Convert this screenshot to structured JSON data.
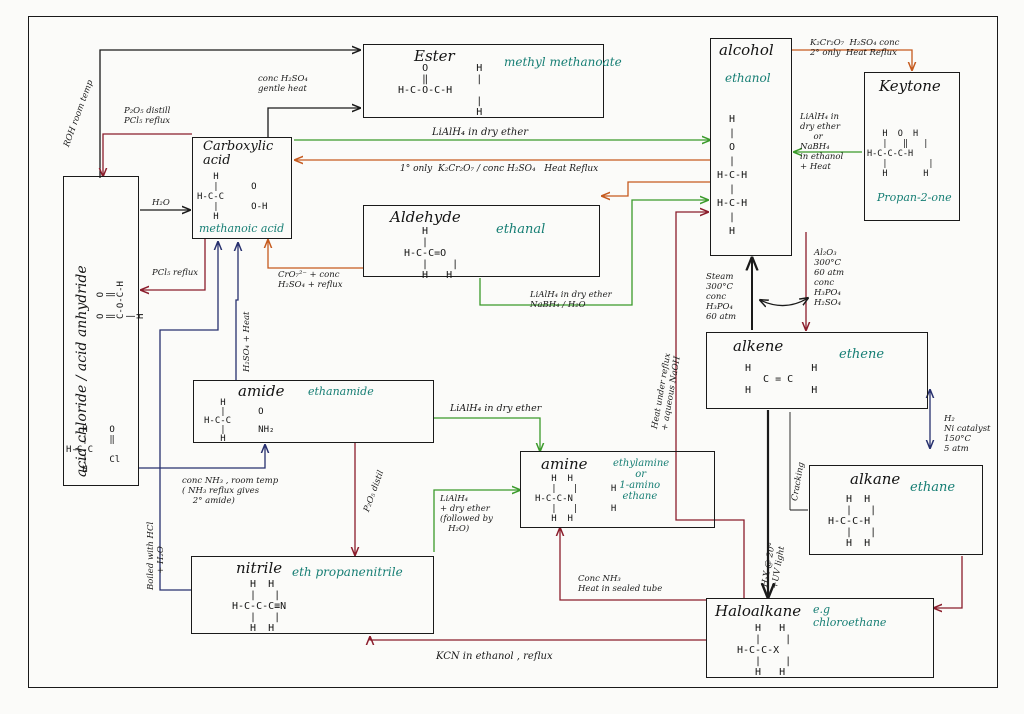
{
  "nodes": {
    "ester": {
      "title": "Ester",
      "example": "methyl methanoate",
      "structure": "    O        H\n    ‖        |\nH-C-O-C-H\n             |\n             H"
    },
    "carboxylic_acid": {
      "title": "Carboxylic\nacid",
      "example": "methanoic acid",
      "structure": "   H\n   |      O\nH-C-C\n   |      O-H\n   H"
    },
    "aldehyde": {
      "title": "Aldehyde",
      "example": "ethanal",
      "structure": "   H\n   |\nH-C-C=O\n   |    |\n   H   H"
    },
    "acid_chloride": {
      "title": "acid chloride / acid anhydride",
      "structure": "O   O\n‖   ‖\nC-O-C-H\n|\nH",
      "structure2": "   H    O\n   |    ‖\nH-C-C\n   |    Cl\n   H"
    },
    "amide": {
      "title": "amide",
      "example": "ethanamide",
      "structure": "   H\n   |      O\nH-C-C\n   |      NH₂\n   H"
    },
    "nitrile": {
      "title": "nitrile",
      "example": "eth propanenitrile",
      "structure": "   H  H\n   |   |\nH-C-C-C≡N\n   |   |\n   H  H"
    },
    "amine": {
      "title": "amine",
      "example": "ethylamine\n       or\n  1-amino\n   ethane",
      "structure": "   H  H\n   |   |      H\nH-C-C-N\n   |   |      H\n   H  H"
    },
    "alcohol": {
      "title": "alcohol",
      "example": "ethanol",
      "structure": "  H\n  |\n  O\n  |\nH-C-H\n  |\nH-C-H\n  |\n  H"
    },
    "keytone": {
      "title": "Keytone",
      "example": "Propan-2-one",
      "structure": "   H  O  H\n   |   ‖   |\nH-C-C-C-H\n   |        |\n   H       H"
    },
    "alkene": {
      "title": "alkene",
      "example": "ethene",
      "structure": "H          H\n   C = C\nH          H"
    },
    "alkane": {
      "title": "alkane",
      "example": "ethane",
      "structure": "   H  H\n   |   |\nH-C-C-H\n   |   |\n   H  H"
    },
    "haloalkane": {
      "title": "Haloalkane",
      "example": "e.g\nchloroethane",
      "structure": "   H   H\n   |    |\nH-C-C-X\n   |    |\n   H   H"
    }
  },
  "reactions": {
    "roh_room_temp": "ROH room temp",
    "conc_h2so4_gentle_heat": "conc H₂SO₄\ngentle heat",
    "p2o5_distill": "P₂O₅ distill\nPCl₅ reflux",
    "h2o": "H₂O",
    "pcl5_reflux": "PCl₅ reflux",
    "lialh4_dry_ether": "LiAlH₄ in dry ether",
    "primary_only_oxidation": "1° only  K₂Cr₂O₇ / conc H₂SO₄   Heat Reflux",
    "cr2o7_conc": "CrO₇²⁻ + conc\nH₂SO₄ + reflux",
    "lialh4_nabh4": "LiAlH₄ in dry ether\nNaBH₄ / H₂O",
    "h2so4_heat": "H₂SO₄ + Heat",
    "amide_to_amine": "LiAlH₄ in dry ether",
    "conc_nh3_room_temp": "conc NH₃ , room temp\n( NH₃ reflux gives\n    2° amide)",
    "p2o5_distil": "P₂O₅ distil",
    "boiled_hcl": "Boiled with HCl\n      + H₂O",
    "nitrile_to_amine": "LiAlH₄\n+ dry ether\n(followed by\n   H₂O)",
    "conc_nh3_sealed": "Conc NH₃\nHeat in sealed tube",
    "kcn_ethanol": "KCN in ethanol , reflux",
    "secondary_only_oxidation": "K₂Cr₂O₇  H₂SO₄ conc\n2° only  Heat Reflux",
    "keytone_reduction": "LiAlH₄ in\ndry ether\n     or\nNaBH₄\nin ethanol\n+ Heat",
    "steam_hydration": "Steam\n300°C\nconc\nH₃PO₄\n60 atm",
    "dehydration": "Al₂O₃\n300°C\n60 atm\nconc\nH₃PO₄\nH₂SO₄",
    "heat_under_reflux_naoh": "Heat under reflux\n+ aqueous NaOH",
    "hydrogenation": "H₂\nNi catalyst\n150°C\n5 atm",
    "cracking": "Cracking",
    "hx_addition": "H-X @ 20°\n+UV light"
  }
}
